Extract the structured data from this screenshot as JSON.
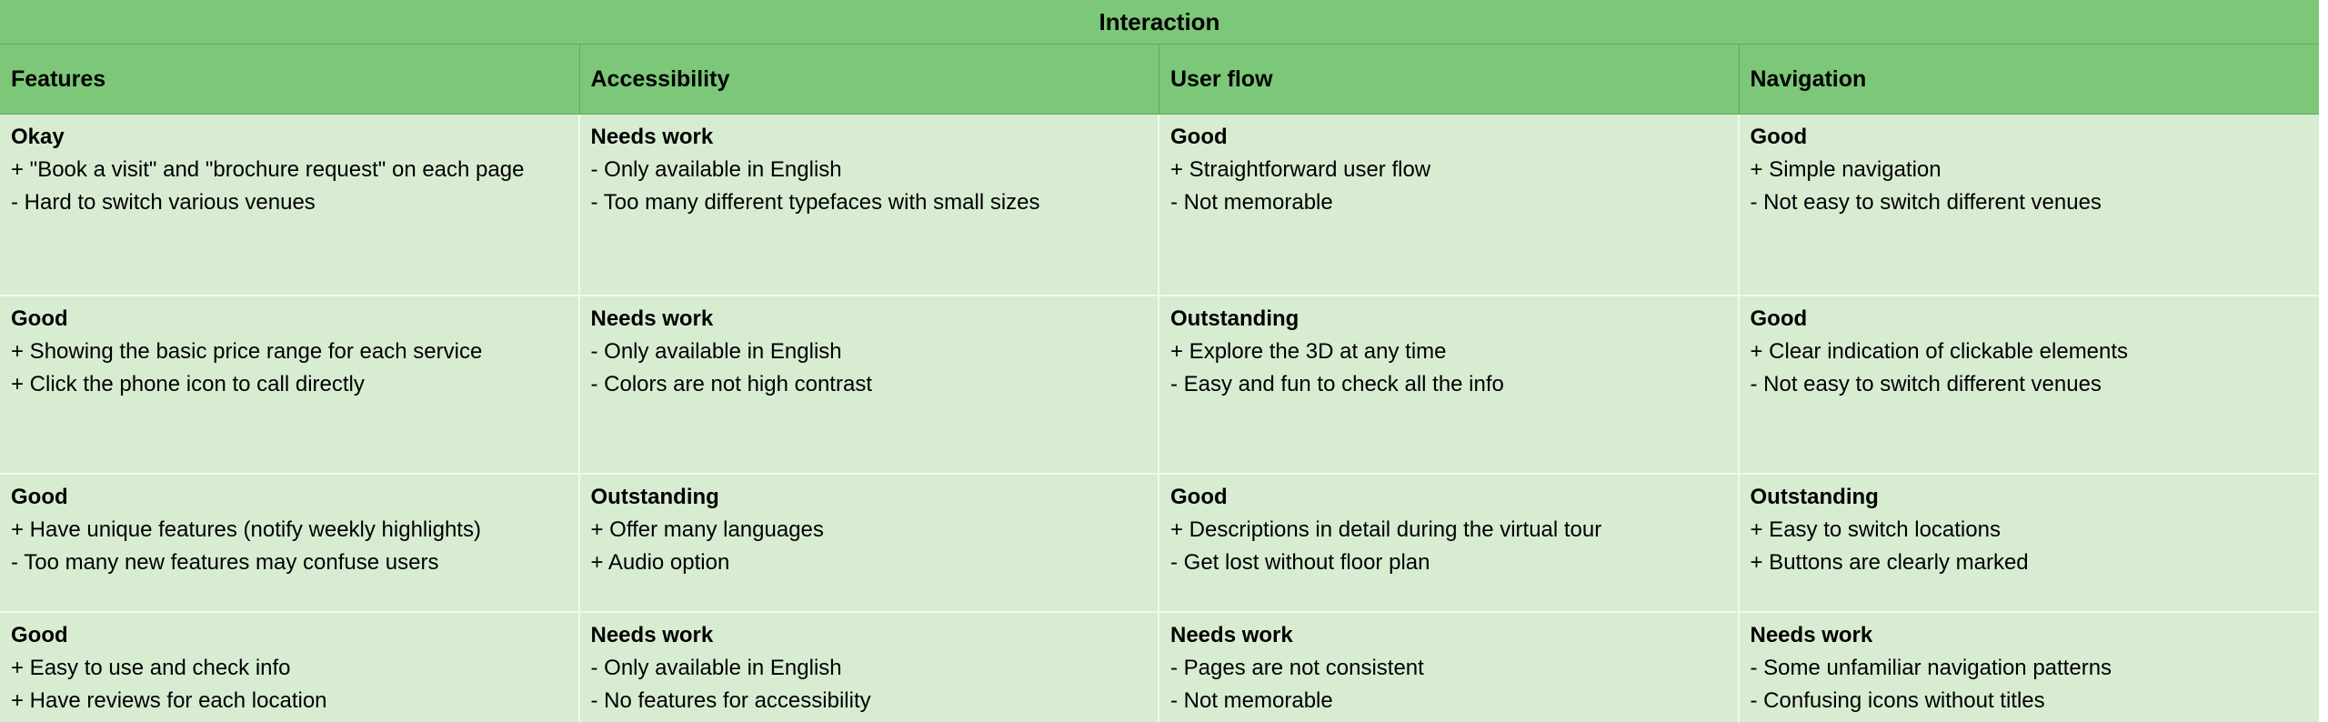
{
  "title": "Interaction",
  "columns": [
    {
      "label": "Features"
    },
    {
      "label": "Accessibility"
    },
    {
      "label": "User flow"
    },
    {
      "label": "Navigation"
    }
  ],
  "rows": [
    {
      "cells": [
        {
          "rating": "Okay",
          "lines": [
            "+ \"Book a visit\" and \"brochure request\" on each page",
            "- Hard to switch various venues"
          ]
        },
        {
          "rating": "Needs work",
          "lines": [
            "- Only available in English",
            "- Too many different typefaces with small sizes"
          ]
        },
        {
          "rating": "Good",
          "lines": [
            "+ Straightforward user flow",
            "- Not memorable"
          ]
        },
        {
          "rating": "Good",
          "lines": [
            "+ Simple navigation",
            "- Not easy to switch different venues"
          ]
        }
      ]
    },
    {
      "cells": [
        {
          "rating": "Good",
          "lines": [
            "+ Showing the basic price range for each service",
            "+ Click the phone icon to call directly"
          ]
        },
        {
          "rating": "Needs work",
          "lines": [
            "- Only available in English",
            "- Colors are not high contrast"
          ]
        },
        {
          "rating": "Outstanding",
          "lines": [
            "+ Explore the 3D at any time",
            "- Easy and fun to check all the info"
          ]
        },
        {
          "rating": "Good",
          "lines": [
            "+ Clear indication of clickable elements",
            "- Not easy to switch different venues"
          ]
        }
      ]
    },
    {
      "cells": [
        {
          "rating": "Good",
          "lines": [
            "+ Have unique features (notify weekly highlights)",
            "- Too many new features may confuse users"
          ]
        },
        {
          "rating": "Outstanding",
          "lines": [
            "+ Offer many languages",
            "+ Audio option"
          ]
        },
        {
          "rating": "Good",
          "lines": [
            "+ Descriptions in detail during the virtual tour",
            "- Get lost without floor plan"
          ]
        },
        {
          "rating": "Outstanding",
          "lines": [
            "+ Easy to switch locations",
            "+ Buttons are clearly marked"
          ]
        }
      ]
    },
    {
      "cells": [
        {
          "rating": "Good",
          "lines": [
            "+ Easy to use and check info",
            "+ Have reviews for each location"
          ]
        },
        {
          "rating": "Needs work",
          "lines": [
            "- Only available in English",
            "- No features for accessibility"
          ]
        },
        {
          "rating": "Needs work",
          "lines": [
            "- Pages are not consistent",
            "- Not memorable"
          ]
        },
        {
          "rating": "Needs work",
          "lines": [
            "- Some unfamiliar navigation patterns",
            "- Confusing icons without titles"
          ]
        }
      ]
    }
  ],
  "colors": {
    "header-green": "#7cc878",
    "cell-green": "#d8ecd2",
    "border-dark": "#60aa59",
    "border-light": "#f2f8ef",
    "text": "#000000"
  }
}
